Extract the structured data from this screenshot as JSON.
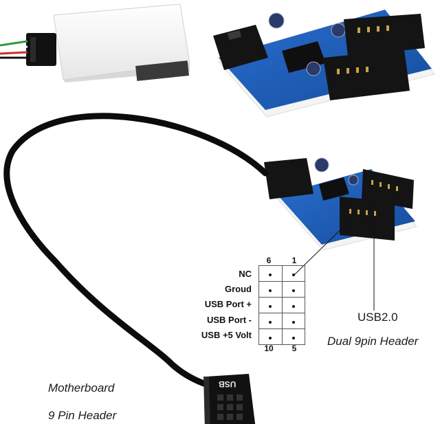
{
  "pinout": {
    "top_numbers": [
      "6",
      "1"
    ],
    "bottom_numbers": [
      "10",
      "5"
    ],
    "rows": [
      "NC",
      "Groud",
      "USB Port +",
      "USB Port -",
      "USB +5 Volt"
    ]
  },
  "labels": {
    "usb2": "USB2.0",
    "dual_header": "Dual 9pin Header",
    "motherboard": "Motherboard",
    "pin_header": "9 Pin Header",
    "connector_print": "USB"
  },
  "colors": {
    "pcb": "#1f5fb8",
    "connector": "#151515",
    "cable": "#0c0c0c",
    "pcb_base": "#f2f2f2"
  }
}
